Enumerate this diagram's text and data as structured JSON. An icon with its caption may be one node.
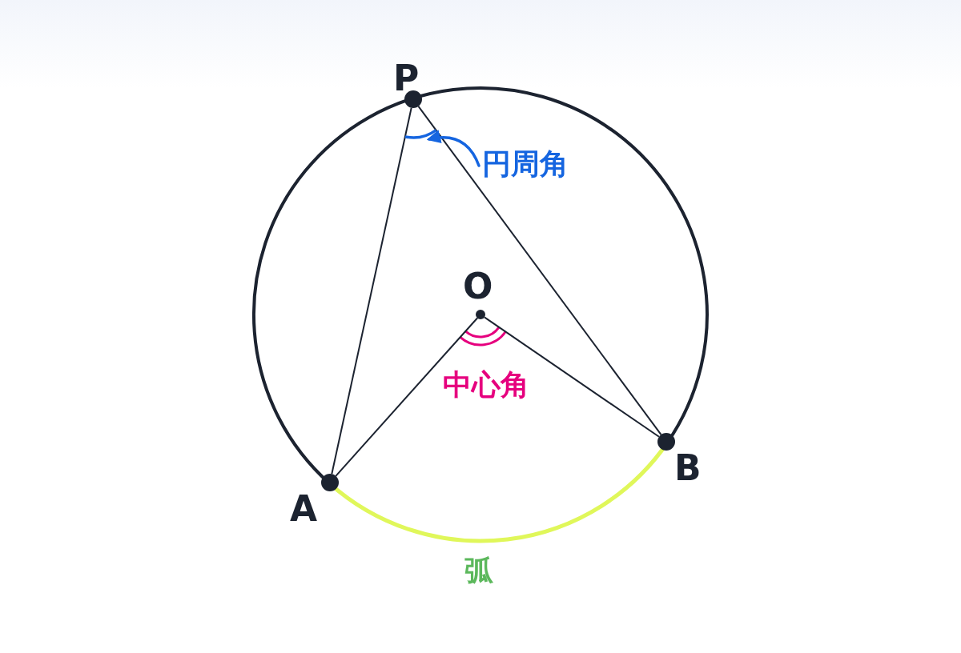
{
  "diagram": {
    "nodes": [
      {
        "text": [],
        "shape": "circle"
      },
      {
        "text": [],
        "shape": "circle"
      },
      {
        "text": [],
        "shape": "circle"
      },
      {
        "text": [],
        "shape": "circle"
      },
      {
        "text": [
          "円周角"
        ]
      },
      {
        "text": [],
        "shape": "arc"
      }
    ],
    "edges": [
      {
        "from": 0,
        "to": 2,
        "arrow": "none"
      },
      {
        "from": 0,
        "to": 3,
        "arrow": "none"
      },
      {
        "from": 1,
        "to": 2,
        "arrow": "none"
      },
      {
        "from": 1,
        "to": 3,
        "arrow": "none"
      },
      {
        "from": 4,
        "to": 5,
        "arrow": "to",
        "color": "#1565e0"
      }
    ],
    "labels": [
      "P",
      "O",
      "中心角",
      "B",
      "A",
      "弧"
    ]
  }
}
